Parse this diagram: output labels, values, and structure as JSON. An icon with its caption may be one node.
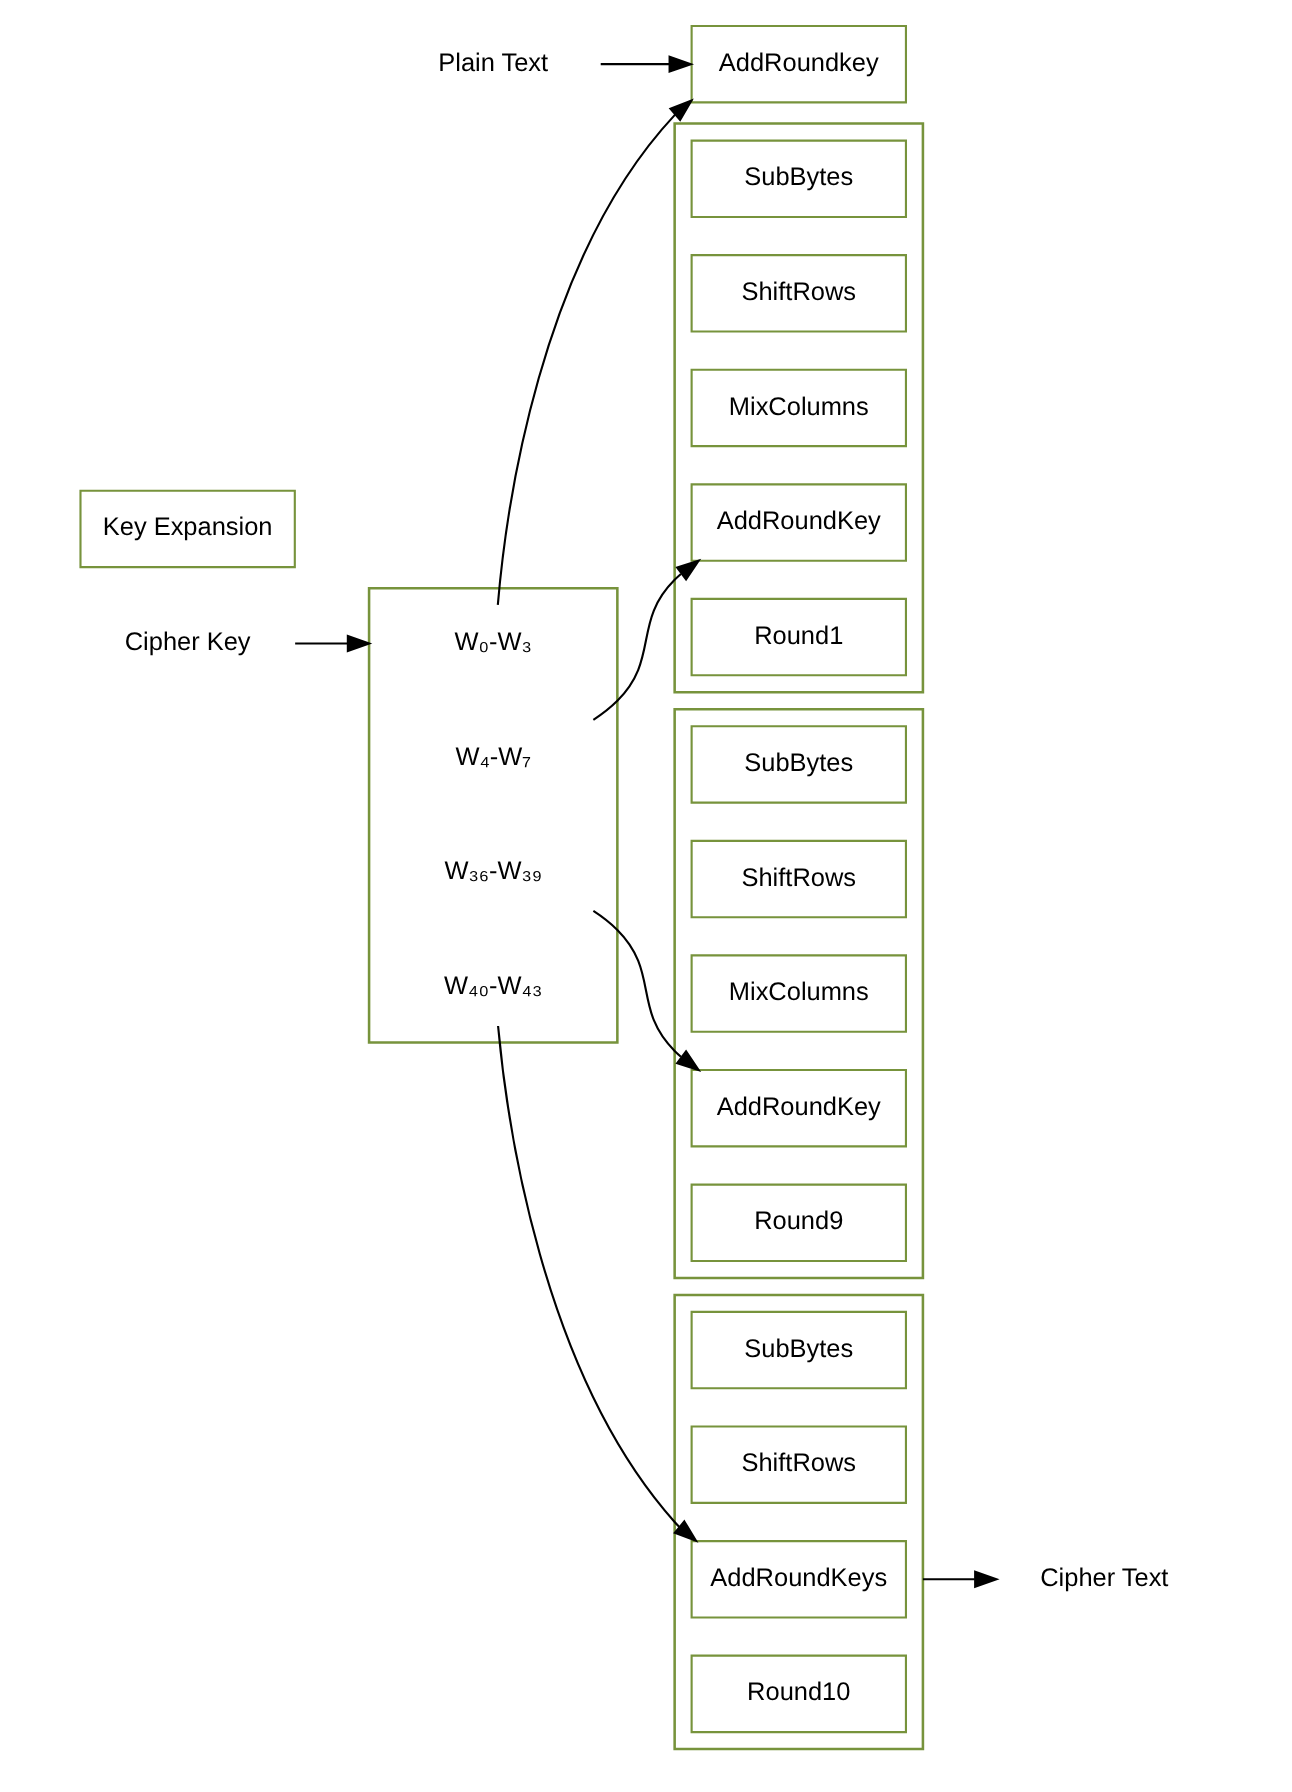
{
  "diagram": {
    "nodes": [
      {
        "text": [
          "Cipher Key"
        ]
      },
      {
        "text": [
          "Plain Text"
        ]
      },
      {
        "text": [],
        "shape": "box"
      },
      {
        "text": [
          "W₀-W₃"
        ],
        "in": 2
      },
      {
        "text": [
          "W₄-W₇"
        ],
        "in": 2
      },
      {
        "text": [
          "W₃₆-W₃₉"
        ],
        "in": 2
      },
      {
        "text": [
          "W₄₀-W₄₃"
        ],
        "in": 2
      },
      {
        "text": [
          "Key Expansion"
        ]
      },
      {
        "text": [
          "AddRoundkey"
        ]
      },
      {
        "text": [],
        "shape": "box"
      },
      {
        "text": [
          "SubBytes"
        ],
        "in": 9
      },
      {
        "text": [
          "ShiftRows"
        ],
        "in": 9
      },
      {
        "text": [
          "MixColumns"
        ],
        "in": 9
      },
      {
        "text": [
          "AddRoundKey"
        ],
        "in": 9
      },
      {
        "text": [
          "Round1"
        ],
        "in": 9
      },
      {
        "text": [],
        "shape": "box"
      },
      {
        "text": [
          "SubBytes"
        ],
        "in": 15
      },
      {
        "text": [
          "ShiftRows"
        ],
        "in": 15
      },
      {
        "text": [
          "MixColumns"
        ],
        "in": 15
      },
      {
        "text": [
          "AddRoundKey"
        ],
        "in": 15
      },
      {
        "text": [
          "Round9"
        ],
        "in": 15
      },
      {
        "text": [],
        "shape": "box"
      },
      {
        "text": [
          "SubBytes"
        ],
        "in": 21
      },
      {
        "text": [
          "ShiftRows"
        ],
        "in": 21
      },
      {
        "text": [
          "AddRoundKeys"
        ],
        "in": 21
      },
      {
        "text": [
          "Round10"
        ],
        "in": 21
      },
      {
        "text": [
          "Cipher Text"
        ]
      }
    ],
    "edges": [
      {
        "from": 0,
        "to": 2,
        "arrow": "to"
      },
      {
        "from": 1,
        "to": 8,
        "arrow": "to"
      },
      {
        "from": 3,
        "to": 8,
        "arrow": "to"
      },
      {
        "from": 4,
        "to": 13,
        "arrow": "to"
      },
      {
        "from": 5,
        "to": 19,
        "arrow": "to"
      },
      {
        "from": 6,
        "to": 24,
        "arrow": "to"
      },
      {
        "from": 21,
        "to": 26,
        "arrow": "to"
      }
    ]
  }
}
